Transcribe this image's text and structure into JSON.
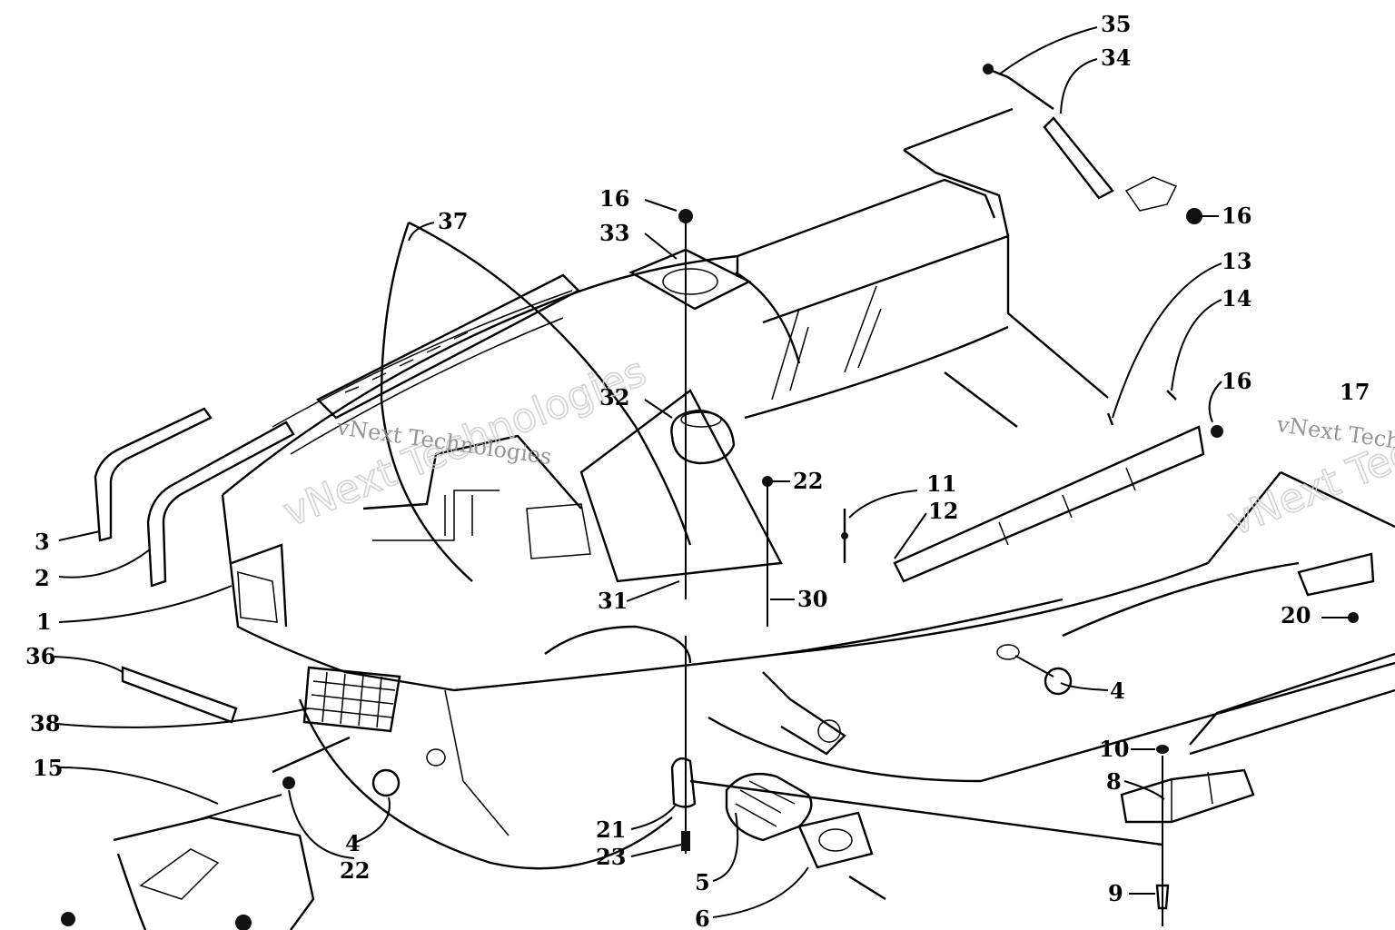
{
  "watermark": "vNext Technologies",
  "callouts": [
    "35",
    "34",
    "16",
    "33",
    "37",
    "16",
    "13",
    "14",
    "32",
    "16",
    "17",
    "22",
    "11",
    "12",
    "3",
    "2",
    "1",
    "31",
    "30",
    "20",
    "36",
    "4",
    "38",
    "10",
    "15",
    "8",
    "21",
    "23",
    "4",
    "22",
    "5",
    "9",
    "6"
  ]
}
